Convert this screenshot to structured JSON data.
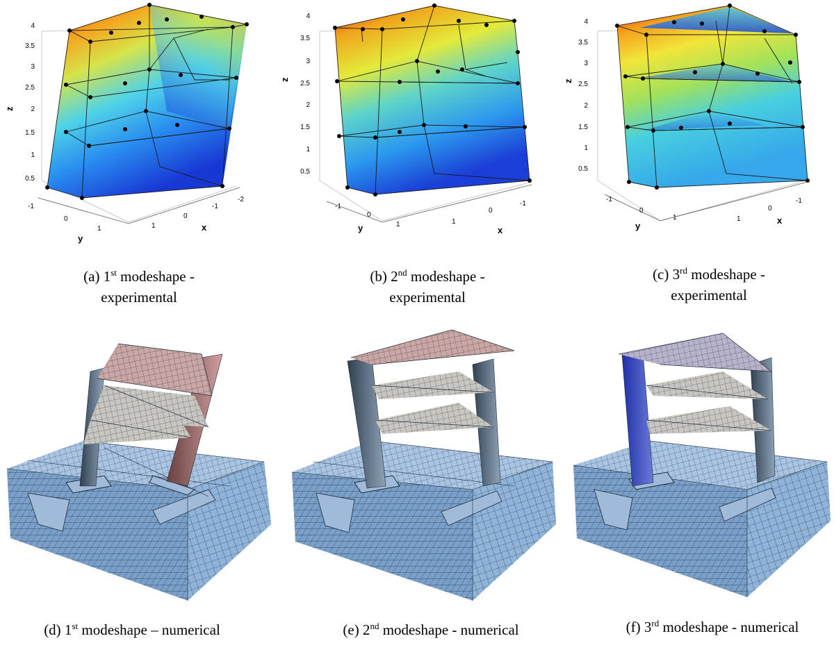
{
  "axes": {
    "z_ticks": [
      "4",
      "3.5",
      "3",
      "2.5",
      "2",
      "1.5",
      "1",
      "0.5"
    ],
    "z_label": "z",
    "x_label": "x",
    "y_label": "y",
    "a": {
      "y_ticks": [
        "-1",
        "0",
        "1"
      ],
      "x_ticks": [
        "1",
        "0",
        "-1",
        "-2"
      ]
    },
    "b": {
      "y_ticks": [
        "-1",
        "0",
        "1"
      ],
      "x_ticks": [
        "1",
        "0",
        "-1"
      ]
    },
    "c": {
      "y_ticks": [
        "-1",
        "0",
        "1"
      ],
      "x_ticks": [
        "1",
        "0",
        "-1"
      ]
    }
  },
  "captions": {
    "a": {
      "prefix": "(a) 1",
      "sup": "st",
      "suffix": " modeshape -",
      "line2": "experimental"
    },
    "b": {
      "prefix": "(b) 2",
      "sup": "nd",
      "suffix": " modeshape -",
      "line2": "experimental"
    },
    "c": {
      "prefix": "(c) 3",
      "sup": "rd",
      "suffix": " modeshape -",
      "line2": "experimental"
    },
    "d": {
      "prefix": "(d) 1",
      "sup": "st",
      "suffix": " modeshape – numerical"
    },
    "e": {
      "prefix": "(e)  2",
      "sup": "nd",
      "suffix": " modeshape - numerical"
    },
    "f": {
      "prefix": "(f) 3",
      "sup": "rd",
      "suffix": " modeshape - numerical"
    }
  },
  "colors": {
    "mesh_base": "#8fb3d9",
    "mesh_line": "#1c2a3a",
    "red": "#d7191c",
    "yellow": "#f4e31a",
    "cyan": "#37c6e8",
    "blue": "#1f4fd8"
  }
}
